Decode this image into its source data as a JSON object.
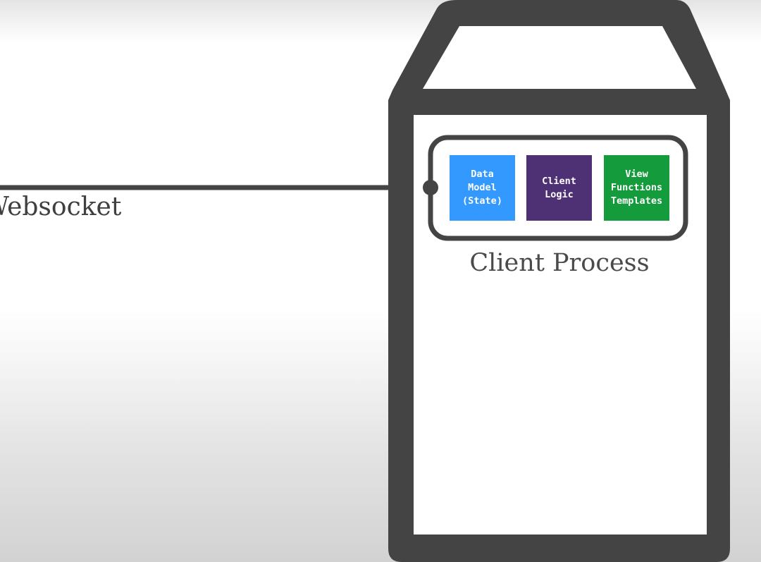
{
  "connection": {
    "label": "Websocket"
  },
  "client_process": {
    "label": "Client Process",
    "components": [
      {
        "text": "Data\nModel\n(State)",
        "color": "#3399ff"
      },
      {
        "text": "Client\nLogic",
        "color": "#4e3075"
      },
      {
        "text": "View\nFunctions\nTemplates",
        "color": "#139b3c"
      }
    ]
  },
  "colors": {
    "outline": "#444444",
    "background": "#ffffff"
  }
}
